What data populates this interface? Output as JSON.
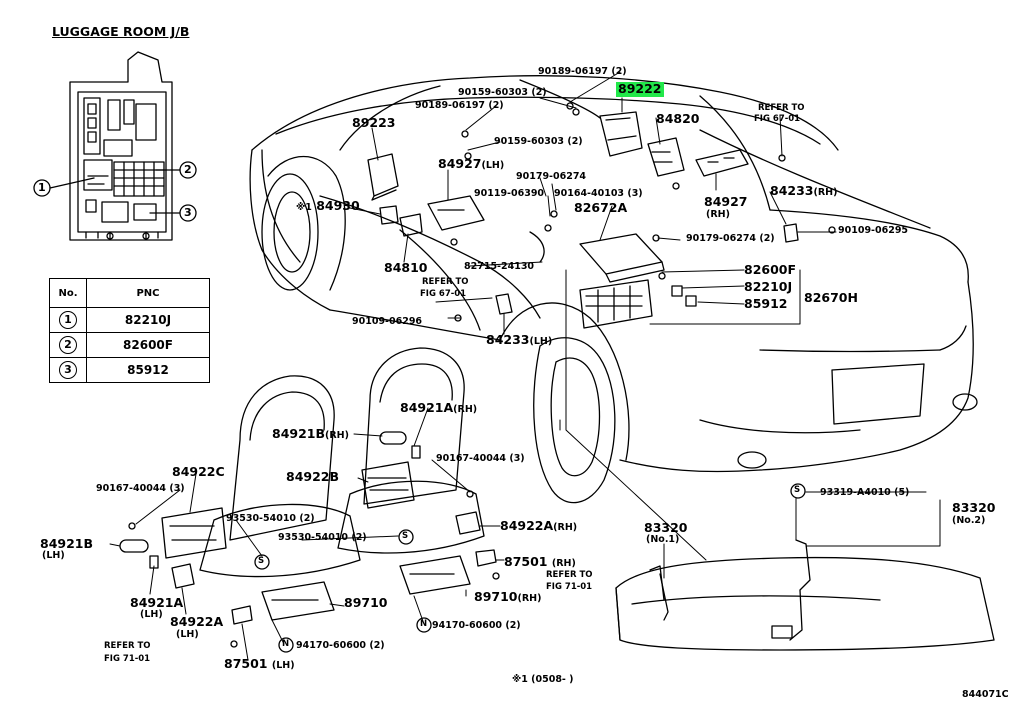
{
  "inset": {
    "title": "LUGGAGE ROOM J/B",
    "callouts": [
      "1",
      "2",
      "3"
    ]
  },
  "table": {
    "headers": [
      "No.",
      "PNC"
    ],
    "rows": [
      {
        "no": "1",
        "pnc": "82210J"
      },
      {
        "no": "2",
        "pnc": "82600F"
      },
      {
        "no": "3",
        "pnc": "85912"
      }
    ]
  },
  "labels": {
    "p90189_06197_top": "90189-06197",
    "q2_a": "(2)",
    "p89222": "89222",
    "p90159_60303_a": "90159-60303",
    "q2_b": "(2)",
    "p90189_06197_mid": "90189-06197",
    "q2_c": "(2)",
    "refer_to_a": "REFER TO",
    "fig_67_01_a": "FIG 67-01",
    "p89223": "89223",
    "p84820": "84820",
    "p90159_60303_b": "90159-60303",
    "q2_d": "(2)",
    "p84927_lh": "84927",
    "lh_a": "(LH)",
    "p90179_06274_a": "90179-06274",
    "p84930": "84930",
    "star_a": "※1",
    "p90119_06390": "90119-06390",
    "p90164_40103": "90164-40103",
    "q3_a": "(3)",
    "p84927_rh": "84927",
    "rh_a": "(RH)",
    "p84233_rh": "84233",
    "rh_b": "(RH)",
    "p82672a": "82672A",
    "p90179_06274_b": "90179-06274",
    "q2_e": "(2)",
    "p90109_06295": "90109-06295",
    "p84810": "84810",
    "p82715_24130": "82715-24130",
    "p82600f": "82600F",
    "refer_to_b": "REFER TO",
    "fig_67_01_b": "FIG 67-01",
    "p82210j": "82210J",
    "p85912": "85912",
    "p82670h": "82670H",
    "p90109_06296": "90109-06296",
    "p84233_lh": "84233",
    "lh_b": "(LH)",
    "p84921a_rh": "84921A",
    "rh_c": "(RH)",
    "p84921b_rh": "84921B",
    "rh_d": "(RH)",
    "p90167_40044_a": "90167-40044",
    "q3_b": "(3)",
    "p84922c": "84922C",
    "p84922b": "84922B",
    "p90167_40044_b": "90167-40044",
    "q3_c": "(3)",
    "p93530_54010_a": "93530-54010",
    "q2_f": "(2)",
    "p93530_54010_b": "93530-54010",
    "q2_g": "(2)",
    "p84922a_rh": "84922A",
    "rh_e": "(RH)",
    "p84921b_lh": "84921B",
    "lh_c": "(LH)",
    "p87501_rh": "87501",
    "rh_f": "(RH)",
    "refer_to_c": "REFER TO",
    "fig_71_01_c": "FIG 71-01",
    "p89710_a": "89710",
    "p89710_rh": "89710",
    "rh_g": "(RH)",
    "p84921a_lh": "84921A",
    "lh_d": "(LH)",
    "p84922a_lh": "84922A",
    "lh_e": "(LH)",
    "refer_to_d": "REFER TO",
    "fig_71_01_d": "FIG 71-01",
    "p94170_60600_a": "94170-60600",
    "q2_h": "(2)",
    "p94170_60600_b": "94170-60600",
    "q2_i": "(2)",
    "p87501_lh": "87501",
    "lh_f": "(LH)",
    "p83320_no1": "83320",
    "no1": "(No.1)",
    "p93319_a4010": "93319-A4010",
    "q5": "(5)",
    "p83320_no2": "83320",
    "no2": "(No.2)",
    "footnote": "※1 (0508-      )",
    "figure_id": "844071C",
    "s_symbol": "S",
    "n_symbol": "N"
  },
  "colors": {
    "highlight": "#22e84a",
    "ink": "#000000",
    "background": "#ffffff"
  }
}
